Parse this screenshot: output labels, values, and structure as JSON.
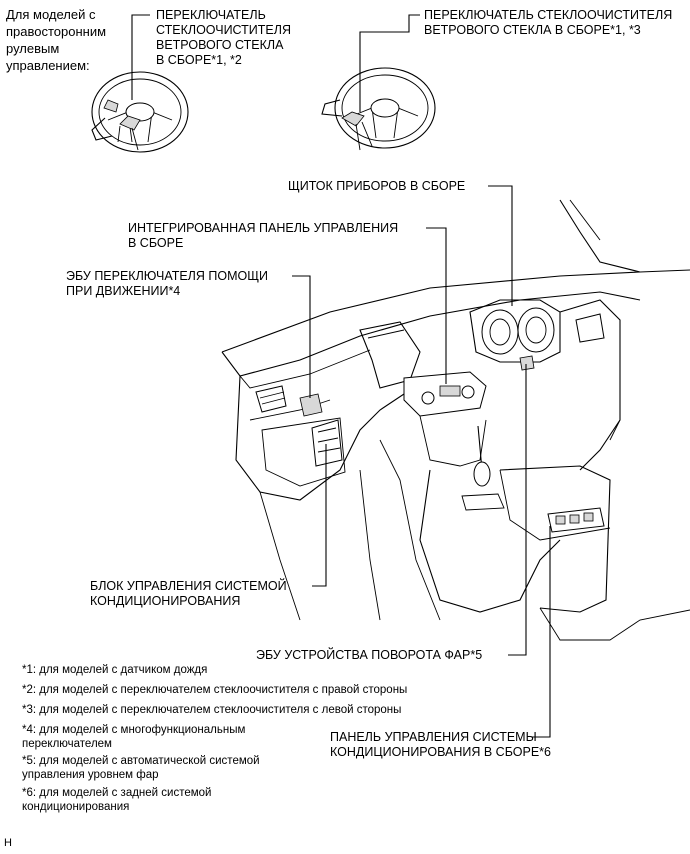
{
  "rhd_note": "Для моделей с\nправосторонним\nрулевым\nуправлением:",
  "labels": {
    "wiper_switch_rhd": "ПЕРЕКЛЮЧАТЕЛЬ\nСТЕКЛООЧИСТИТЕЛЯ\nВЕТРОВОГО СТЕКЛА\nВ СБОРЕ*1, *2",
    "wiper_switch_lhd": "ПЕРЕКЛЮЧАТЕЛЬ СТЕКЛООЧИСТИТЕЛЯ\nВЕТРОВОГО СТЕКЛА В СБОРЕ*1, *3",
    "instrument_panel": "ЩИТОК ПРИБОРОВ В СБОРЕ",
    "integrated_control_panel": "ИНТЕГРИРОВАННАЯ ПАНЕЛЬ УПРАВЛЕНИЯ\nВ СБОРЕ",
    "drive_assist_ecu": "ЭБУ ПЕРЕКЛЮЧАТЕЛЯ ПОМОЩИ\nПРИ ДВИЖЕНИИ*4",
    "ac_control_unit": "БЛОК УПРАВЛЕНИЯ СИСТЕМОЙ\nКОНДИЦИОНИРОВАНИЯ",
    "headlamp_swivel_ecu": "ЭБУ УСТРОЙСТВА ПОВОРОТА ФАР*5",
    "rear_ac_panel": "ПАНЕЛЬ УПРАВЛЕНИЯ СИСТЕМЫ\nКОНДИЦИОНИРОВАНИЯ В СБОРЕ*6"
  },
  "footnotes": [
    "*1: для моделей с датчиком дождя",
    "*2: для моделей с переключателем стеклоочистителя с правой стороны",
    "*3: для моделей с переключателем стеклоочистителя с левой стороны",
    "*4: для моделей с многофункциональным\nпереключателем",
    "*5: для моделей с автоматической системой\nуправления уровнем фар",
    "*6: для моделей с задней системой\nкондиционирования"
  ],
  "figure_code": "H"
}
